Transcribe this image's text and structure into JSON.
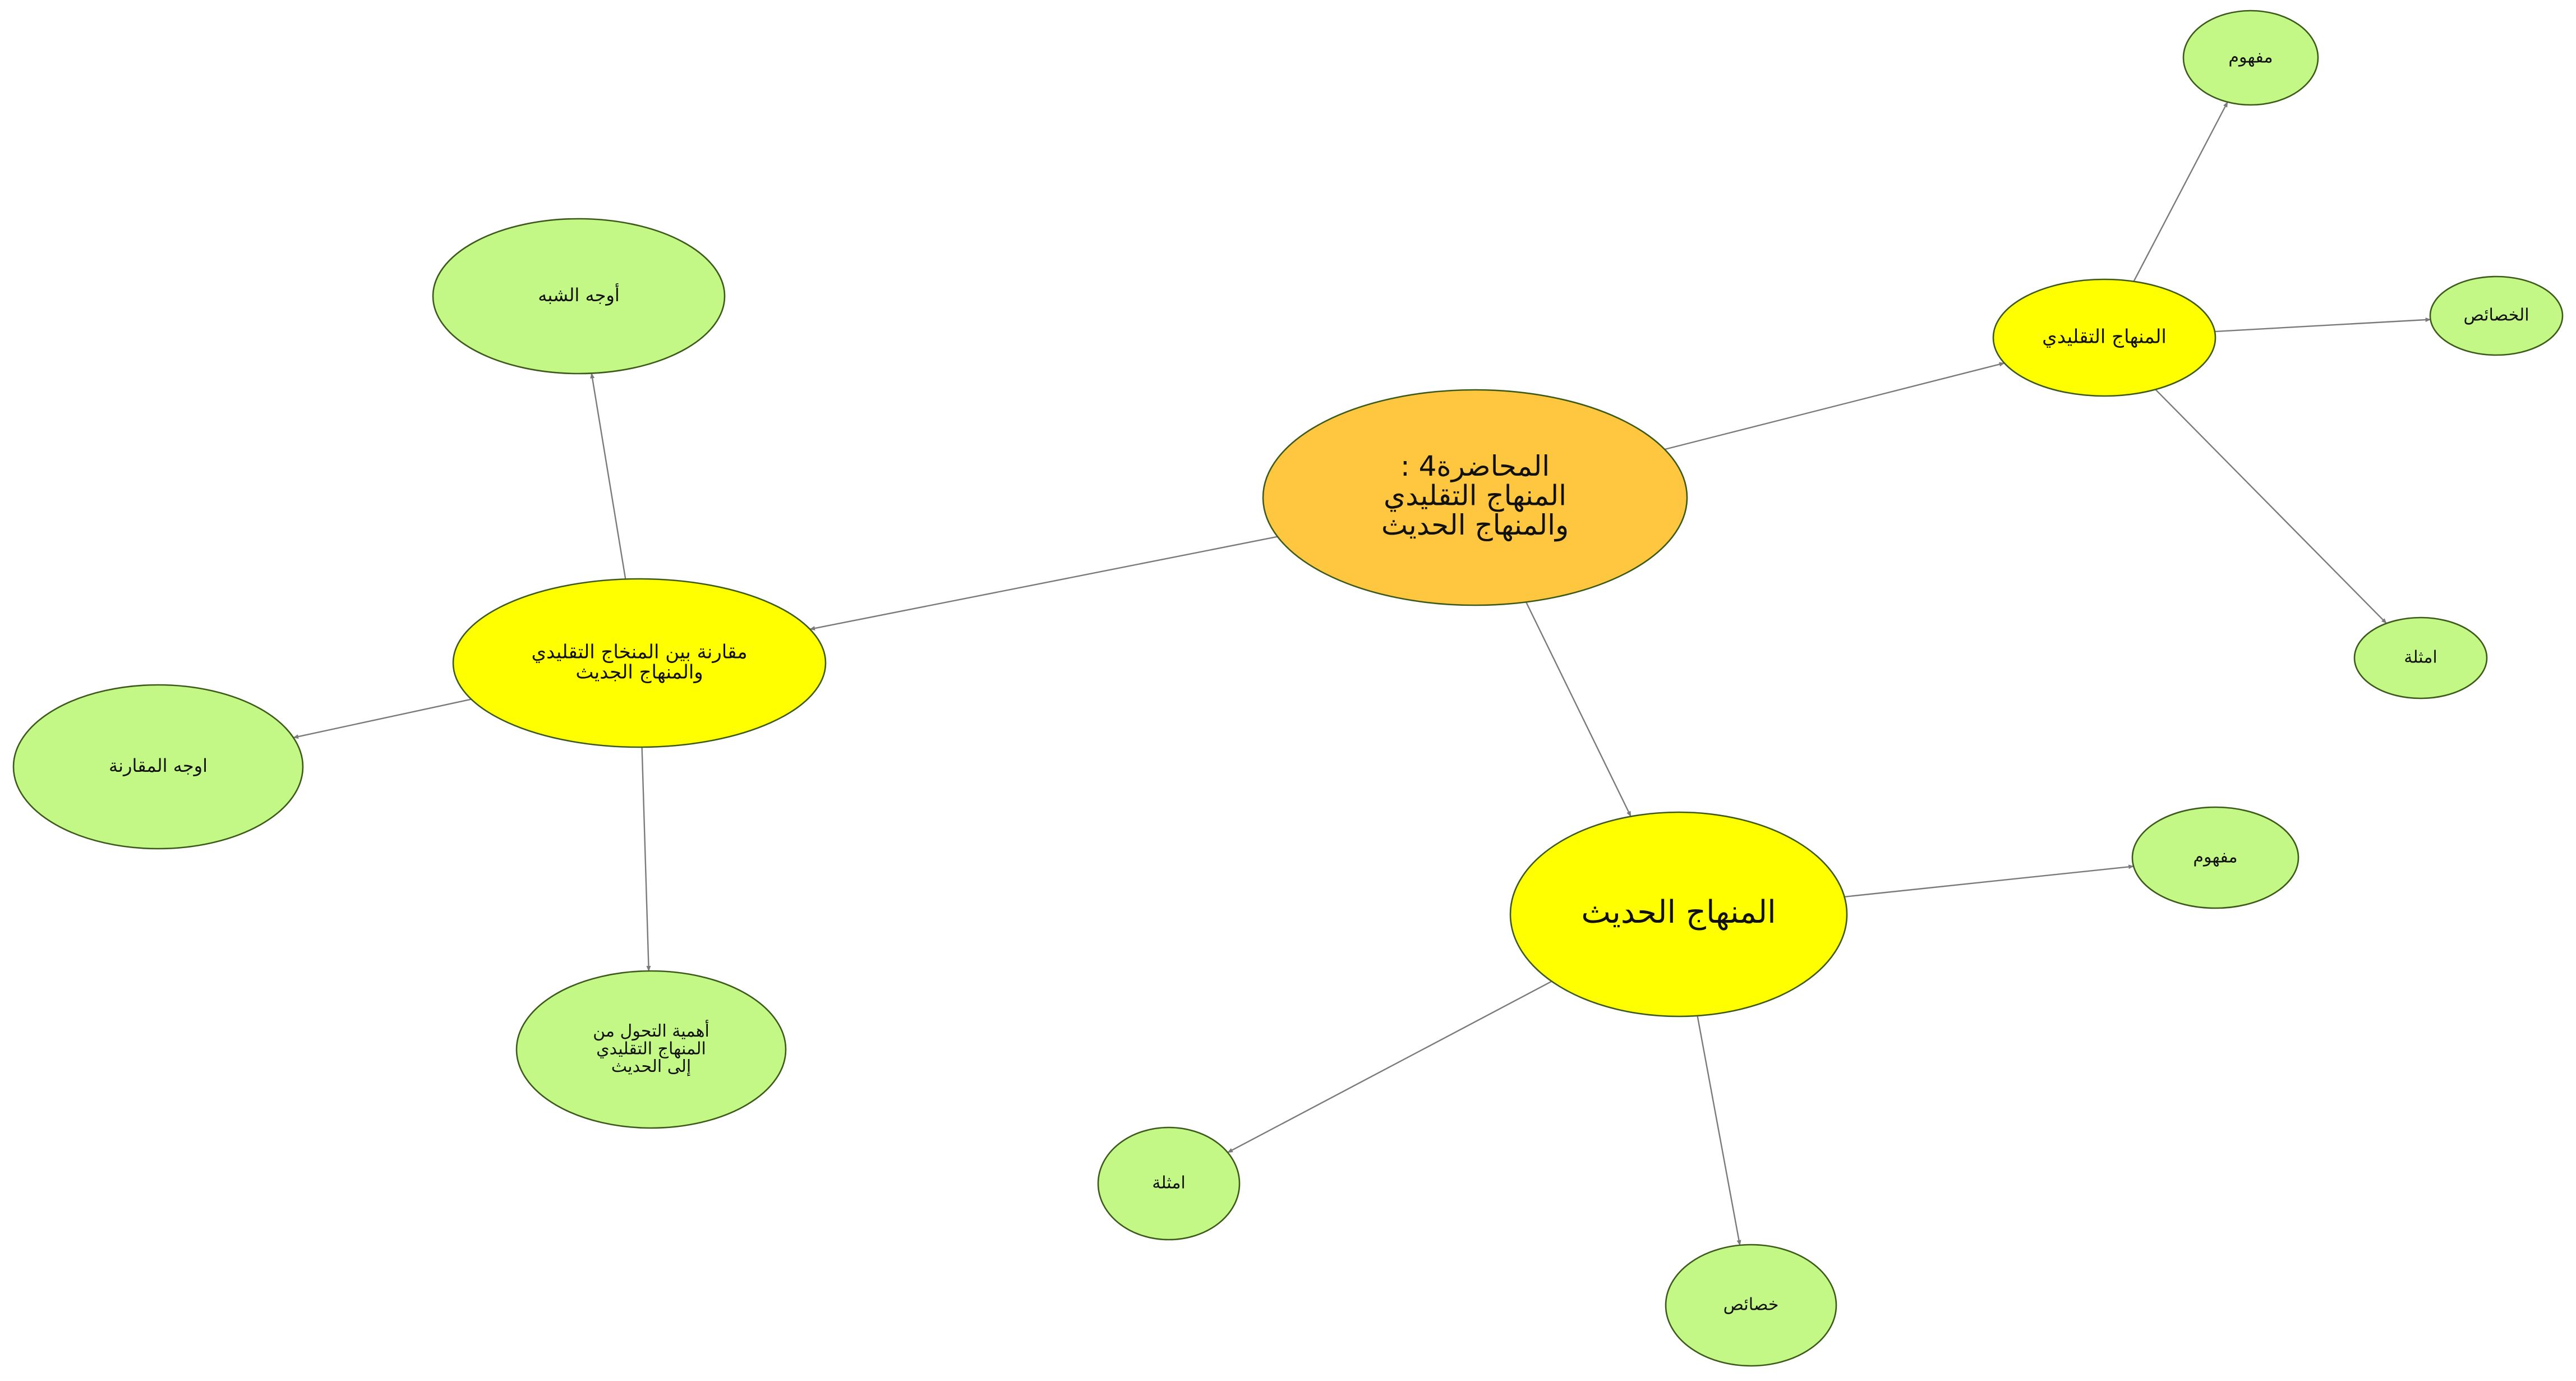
{
  "colors": {
    "central": "#ffc640",
    "topic": "#ffff00",
    "leaf": "#c3f887",
    "edge": "#7a7a7a",
    "outline": "#3d5a1a"
  },
  "nodes": {
    "central": {
      "lines": [
        "المحاضرة4 :",
        "المنهاج التقليدي",
        "والمنهاج الحديث"
      ],
      "kind": "central"
    },
    "traditional": {
      "lines": [
        "المنهاج التقليدي"
      ],
      "kind": "topic"
    },
    "modern": {
      "lines": [
        "المنهاج الحديث"
      ],
      "kind": "topic"
    },
    "comparison": {
      "lines": [
        "مقارنة بين المنخاج التقليدي",
        "والمنهاج الجديث"
      ],
      "kind": "topic"
    },
    "trad_concept": {
      "lines": [
        "مفهوم"
      ],
      "kind": "leaf"
    },
    "trad_features": {
      "lines": [
        "الخصائص"
      ],
      "kind": "leaf"
    },
    "trad_examples": {
      "lines": [
        "امثلة"
      ],
      "kind": "leaf"
    },
    "mod_concept": {
      "lines": [
        "مفهوم"
      ],
      "kind": "leaf"
    },
    "mod_features": {
      "lines": [
        "خصائص"
      ],
      "kind": "leaf"
    },
    "mod_examples": {
      "lines": [
        "امثلة"
      ],
      "kind": "leaf"
    },
    "similarities": {
      "lines": [
        "أوجه الشبه"
      ],
      "kind": "leaf"
    },
    "comparison_aspects": {
      "lines": [
        "اوجه المقارنة"
      ],
      "kind": "leaf"
    },
    "importance": {
      "lines": [
        "أهمية التحول من",
        "المنهاج التقليدي",
        "إلى الحديث"
      ],
      "kind": "leaf"
    }
  },
  "edges": [
    {
      "from": "central",
      "to": "traditional"
    },
    {
      "from": "central",
      "to": "modern"
    },
    {
      "from": "central",
      "to": "comparison"
    },
    {
      "from": "traditional",
      "to": "trad_concept"
    },
    {
      "from": "traditional",
      "to": "trad_features"
    },
    {
      "from": "traditional",
      "to": "trad_examples"
    },
    {
      "from": "modern",
      "to": "mod_concept"
    },
    {
      "from": "modern",
      "to": "mod_features"
    },
    {
      "from": "modern",
      "to": "mod_examples"
    },
    {
      "from": "comparison",
      "to": "similarities"
    },
    {
      "from": "comparison",
      "to": "comparison_aspects"
    },
    {
      "from": "comparison",
      "to": "importance"
    }
  ]
}
